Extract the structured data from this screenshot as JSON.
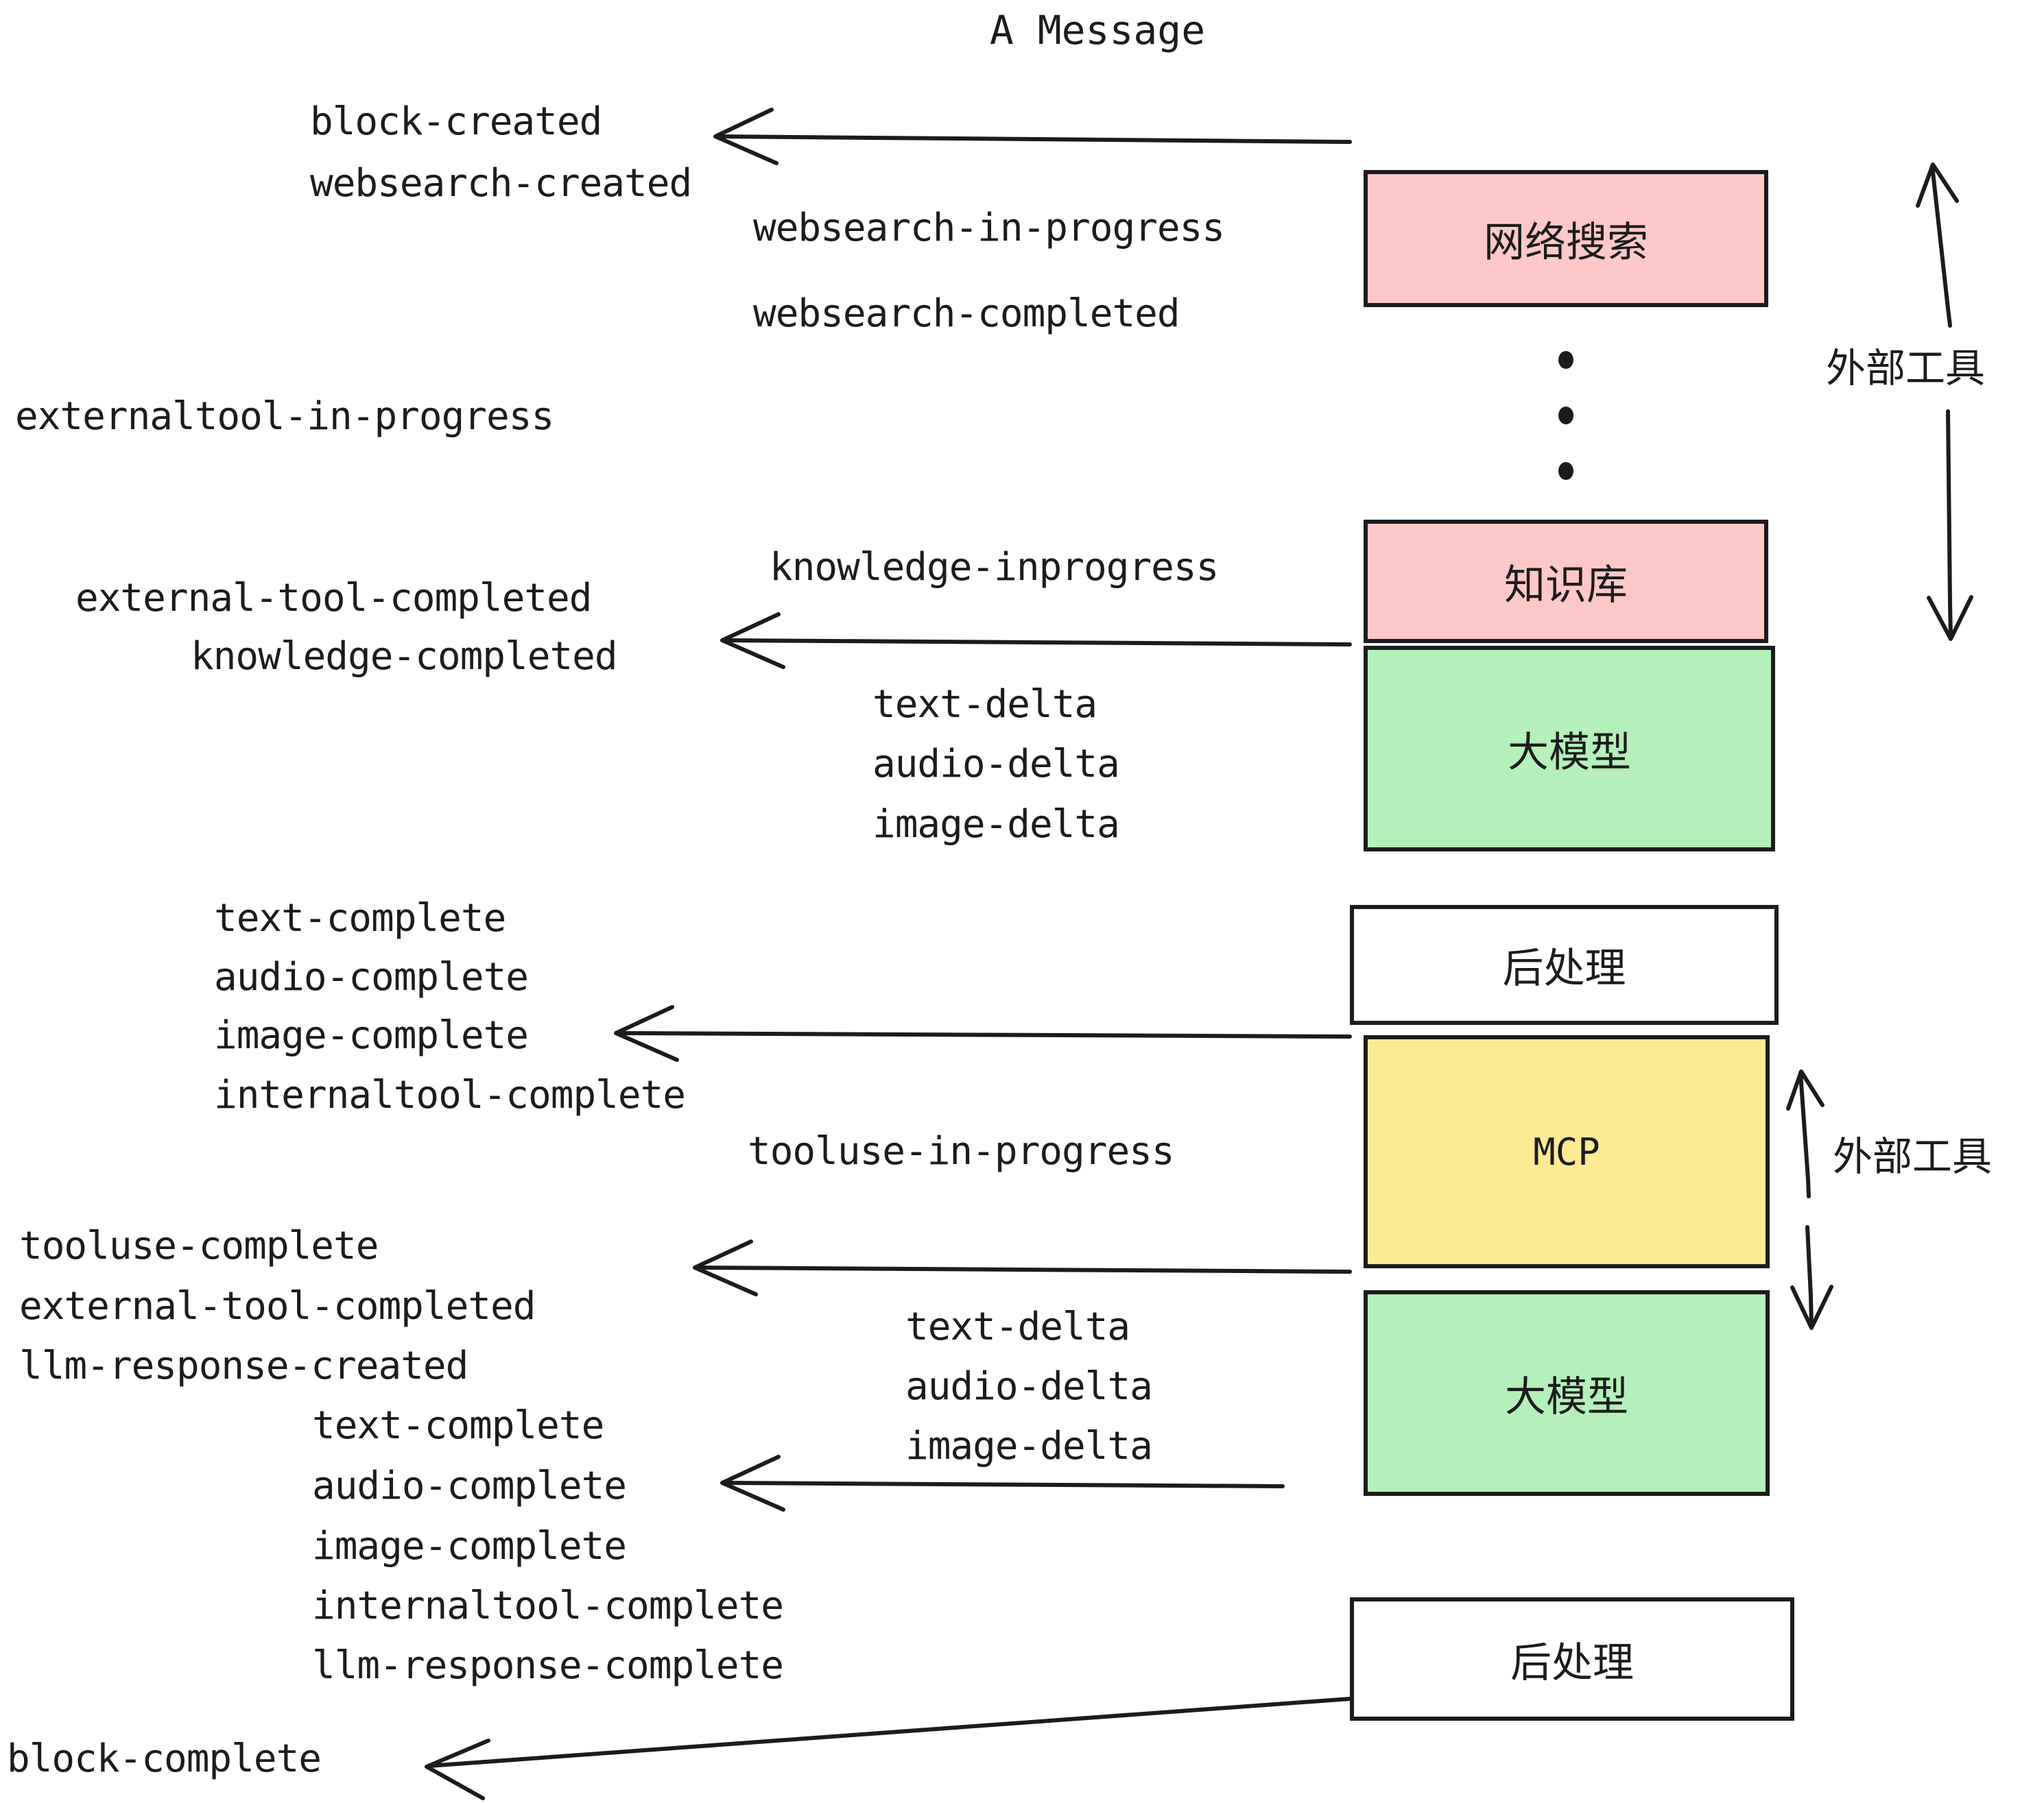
{
  "title": "A Message",
  "colors": {
    "pink": "#ffc8c8",
    "green": "#b4f0b9",
    "yellow": "#fdeb94",
    "white": "#ffffff",
    "stroke": "#1c1c1c",
    "text": "#1c1c1c"
  },
  "nodes": [
    {
      "id": "websearch",
      "label": "网络搜索",
      "fill": "#ffc8c8"
    },
    {
      "id": "knowledge",
      "label": "知识库",
      "fill": "#ffc8c8"
    },
    {
      "id": "llm-1",
      "label": "大模型",
      "fill": "#b4f0b9"
    },
    {
      "id": "postprocess-1",
      "label": "后处理",
      "fill": "#ffffff"
    },
    {
      "id": "mcp",
      "label": "MCP",
      "fill": "#fdeb94"
    },
    {
      "id": "llm-2",
      "label": "大模型",
      "fill": "#b4f0b9"
    },
    {
      "id": "postprocess-2",
      "label": "后处理",
      "fill": "#ffffff"
    }
  ],
  "side_labels": [
    {
      "id": "external-tool-top",
      "label": "外部工具"
    },
    {
      "id": "external-tool-bottom",
      "label": "外部工具"
    }
  ],
  "events": [
    {
      "id": "block-created",
      "label": "block-created"
    },
    {
      "id": "websearch-created",
      "label": "websearch-created"
    },
    {
      "id": "websearch-in-progress",
      "label": "websearch-in-progress"
    },
    {
      "id": "websearch-completed",
      "label": "websearch-completed"
    },
    {
      "id": "externaltool-in-progress",
      "label": "externaltool-in-progress"
    },
    {
      "id": "knowledge-inprogress",
      "label": "knowledge-inprogress"
    },
    {
      "id": "external-tool-completed-1",
      "label": "external-tool-completed"
    },
    {
      "id": "knowledge-completed",
      "label": "knowledge-completed"
    },
    {
      "id": "text-delta-1",
      "label": "text-delta"
    },
    {
      "id": "audio-delta-1",
      "label": "audio-delta"
    },
    {
      "id": "image-delta-1",
      "label": "image-delta"
    },
    {
      "id": "text-complete-1",
      "label": "text-complete"
    },
    {
      "id": "audio-complete-1",
      "label": "audio-complete"
    },
    {
      "id": "image-complete-1",
      "label": "image-complete"
    },
    {
      "id": "internaltool-complete-1",
      "label": "internaltool-complete"
    },
    {
      "id": "tooluse-in-progress",
      "label": "tooluse-in-progress"
    },
    {
      "id": "tooluse-complete",
      "label": "tooluse-complete"
    },
    {
      "id": "external-tool-completed-2",
      "label": "external-tool-completed"
    },
    {
      "id": "llm-response-created",
      "label": "llm-response-created"
    },
    {
      "id": "text-delta-2",
      "label": "text-delta"
    },
    {
      "id": "audio-delta-2",
      "label": "audio-delta"
    },
    {
      "id": "image-delta-2",
      "label": "image-delta"
    },
    {
      "id": "text-complete-2",
      "label": "text-complete"
    },
    {
      "id": "audio-complete-2",
      "label": "audio-complete"
    },
    {
      "id": "image-complete-2",
      "label": "image-complete"
    },
    {
      "id": "internaltool-complete-2",
      "label": "internaltool-complete"
    },
    {
      "id": "llm-response-complete",
      "label": "llm-response-complete"
    },
    {
      "id": "block-complete",
      "label": "block-complete"
    }
  ]
}
